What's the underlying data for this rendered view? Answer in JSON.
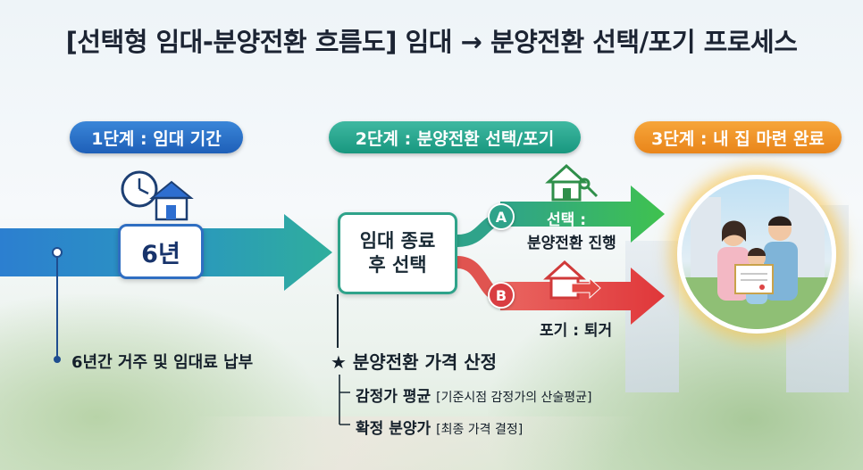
{
  "title": "[선택형 임대-분양전환 흐름도] 임대 → 분양전환 선택/포기 프로세스",
  "stages": {
    "stage1": "1단계 : 임대 기간",
    "stage2": "2단계 : 분양전환 선택/포기",
    "stage3": "3단계 : 내 집 마련 완료"
  },
  "rent_period": "6년",
  "choice": {
    "line1": "임대 종료",
    "line2": "후 선택"
  },
  "option_a": {
    "letter": "A",
    "line1": "선택 :",
    "line2": "분양전환 진행"
  },
  "option_b": {
    "letter": "B",
    "text": "포기 : 퇴거"
  },
  "note1": "6년간 거주 및 임대료 납부",
  "price": {
    "title": "★ 분양전환 가격 산정",
    "item1": {
      "bold": "감정가 평균",
      "detail": "[기준시점 감정가의 산술평균]"
    },
    "item2": {
      "bold": "확정 분양가",
      "detail": "[최종 가격 결정]"
    }
  },
  "colors": {
    "blue": "#2f6ec2",
    "teal": "#2fa38a",
    "green": "#3dbb4f",
    "red": "#e24a45",
    "orange": "#ef8f22"
  },
  "icons": [
    "clock-icon",
    "house-icon",
    "house-key-icon",
    "house-exit-icon",
    "family-photo"
  ]
}
